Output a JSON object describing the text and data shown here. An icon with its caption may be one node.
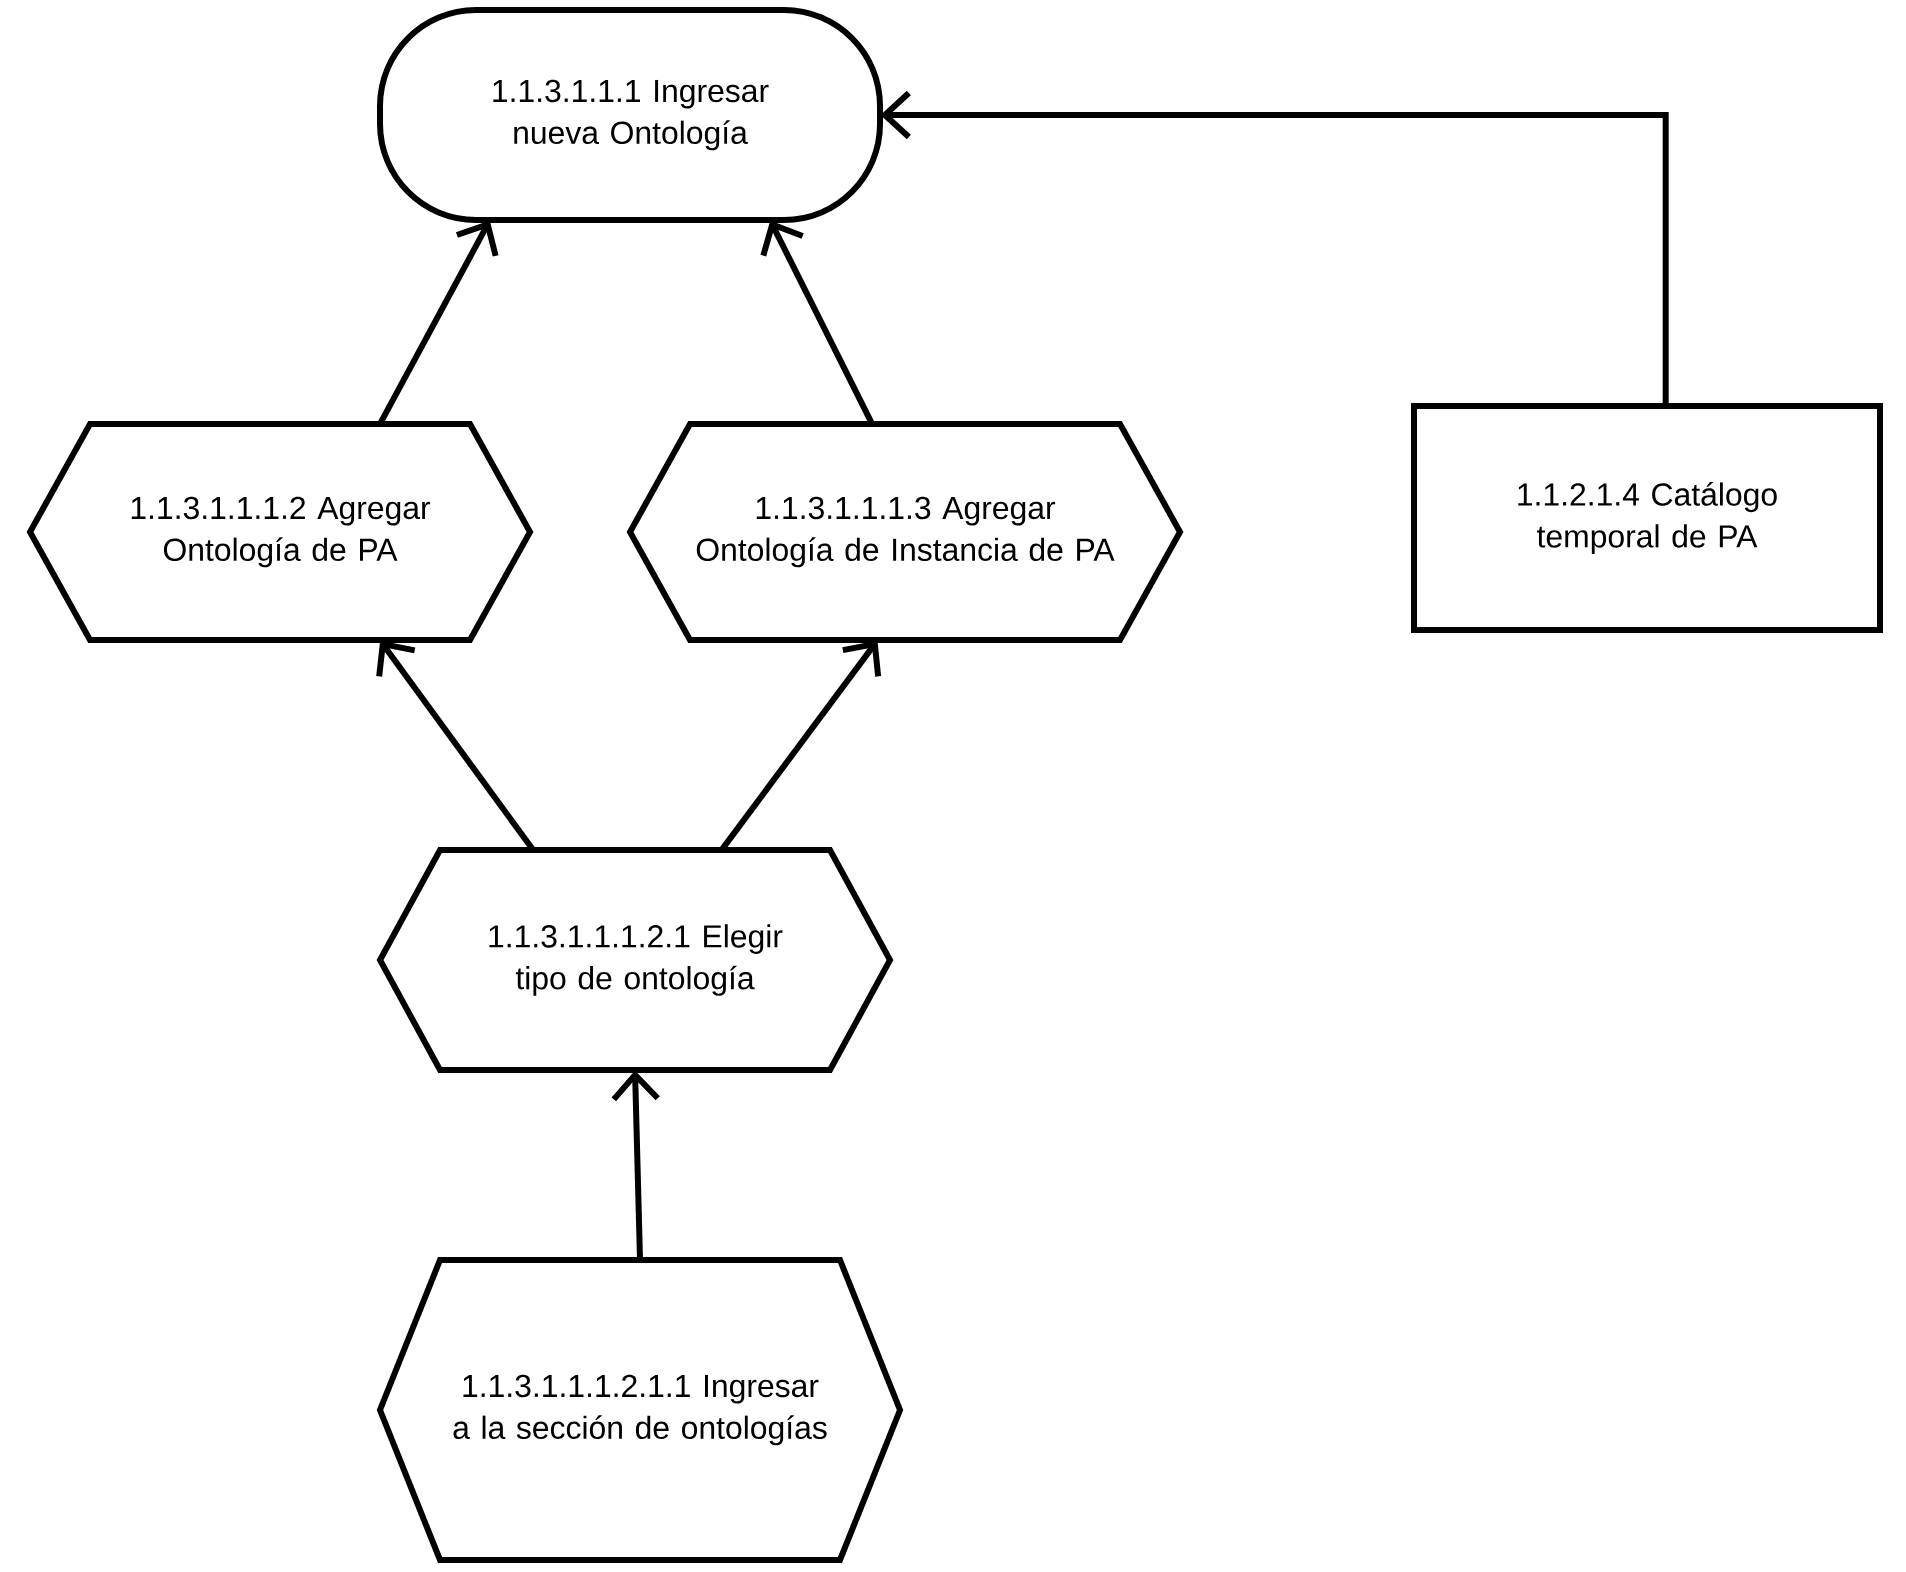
{
  "diagram": {
    "nodes": [
      {
        "text": [
          "1.1.3.1.1.1 Ingresar nueva Ontología"
        ]
      },
      {
        "text": [
          "1.1.3.1.1.1.2 Agregar Ontología de PA"
        ]
      },
      {
        "text": [
          "1.1.3.1.1.1.3 Agregar Ontología de Instancia de PA"
        ]
      },
      {
        "text": [
          "1.1.2.1.4 Catálogo temporal de PA"
        ]
      },
      {
        "text": [
          "1.1.3.1.1.1.2.1 Elegir tipo de ontología"
        ]
      },
      {
        "text": [
          "1.1.3.1.1.1.2.1.1 Ingresar a la sección de ontologías"
        ]
      }
    ],
    "edges": [
      {
        "from": 1,
        "to": 0,
        "arrow": "to"
      },
      {
        "from": 2,
        "to": 0,
        "arrow": "to"
      },
      {
        "from": 3,
        "to": 0,
        "arrow": "to"
      },
      {
        "from": 4,
        "to": 1,
        "arrow": "to"
      },
      {
        "from": 4,
        "to": 2,
        "arrow": "to"
      },
      {
        "from": 5,
        "to": 4,
        "arrow": "to"
      }
    ]
  }
}
